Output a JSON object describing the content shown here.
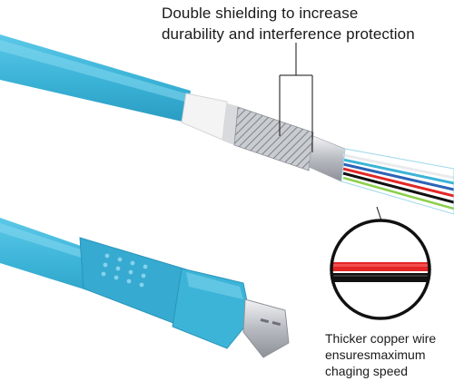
{
  "annotations": {
    "shielding": {
      "line1": "Double shielding to increase",
      "line2": "durability and interference protection"
    },
    "copper": {
      "line1": "Thicker copper wire",
      "line2": "ensuresmaximum",
      "line3": "chaging speed"
    }
  },
  "colors": {
    "cable_jacket": "#3cb4d8",
    "conductor_red": "#e32626",
    "conductor_black": "#111111",
    "braid_silver": "#b9bdc3",
    "connector_metal": "#c9ccd1"
  }
}
